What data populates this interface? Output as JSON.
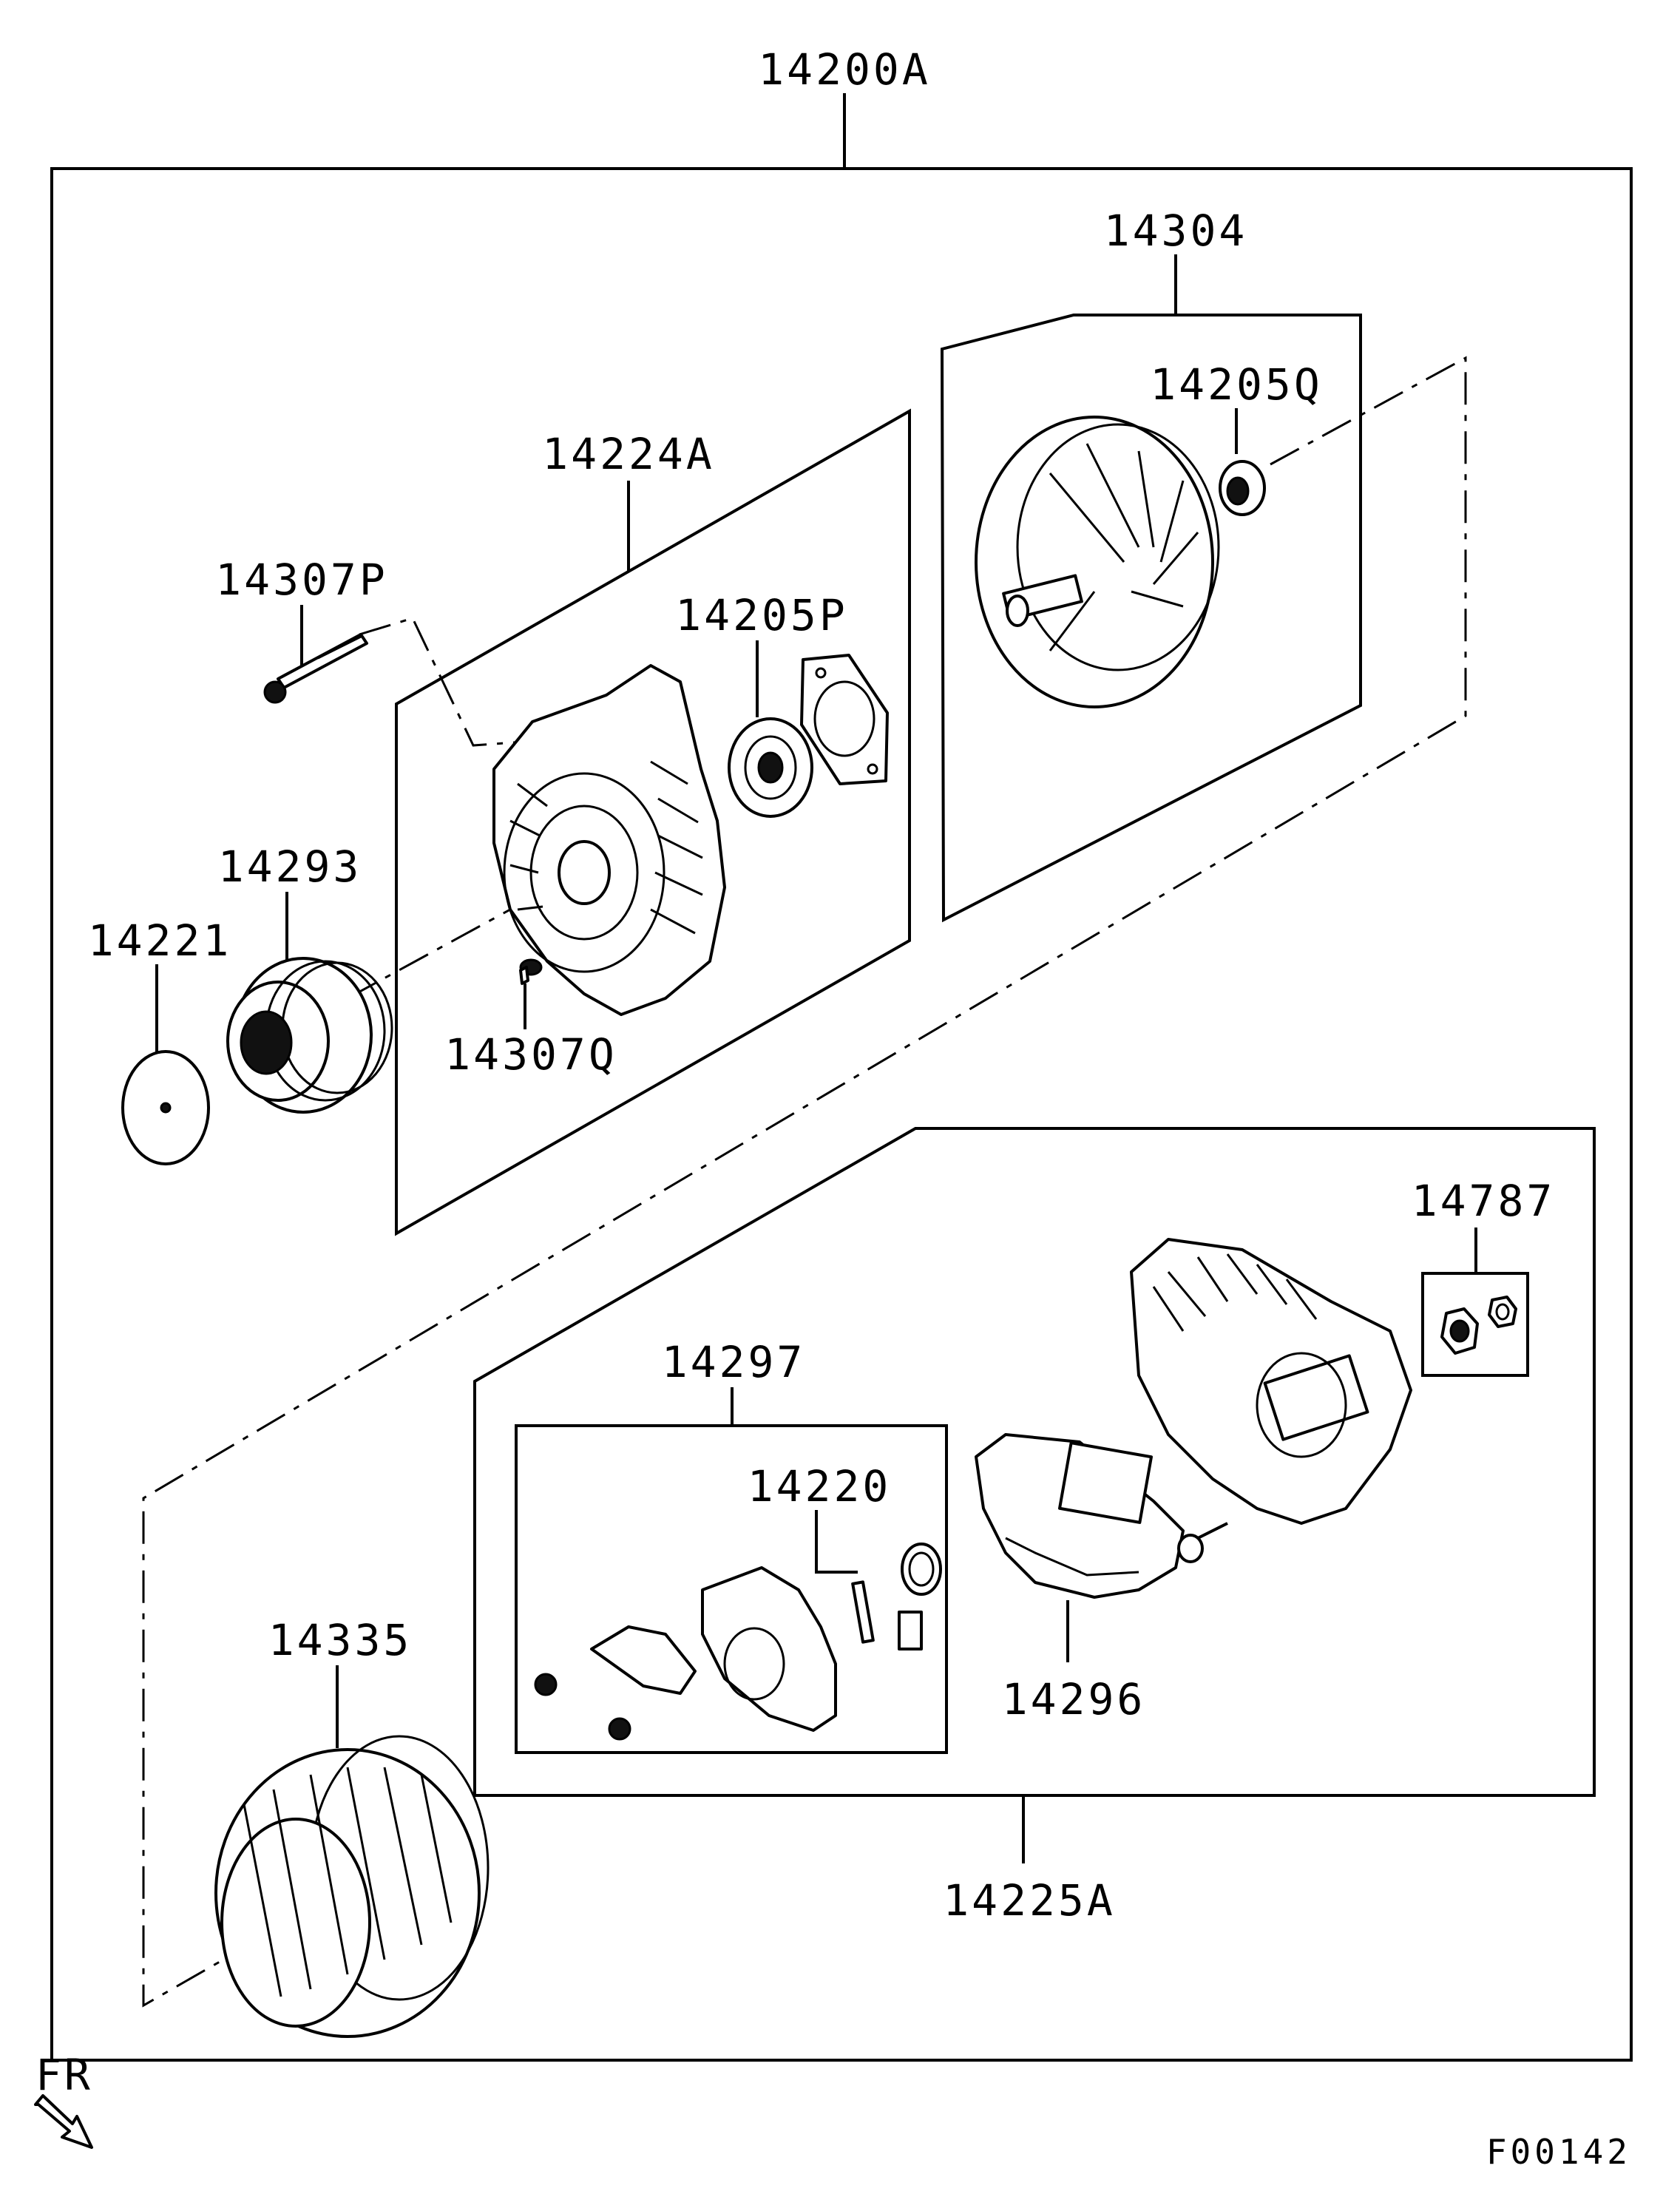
{
  "diagram": {
    "figure_code": "F00142",
    "orientation_label": "FR",
    "callouts": {
      "assembly": "14200A",
      "rotor_group": "14304",
      "rotor_bearing": "14205Q",
      "front_bracket_group": "14224A",
      "long_bolt": "14307P",
      "front_bearing": "14205P",
      "pulley": "14293",
      "pulley_cap": "14221",
      "bracket_screw": "14307Q",
      "terminal_nut": "14787",
      "regulator_kit": "14297",
      "brush": "14220",
      "rear_bracket_group": "14225A",
      "rectifier": "14296",
      "stator": "14335"
    }
  }
}
